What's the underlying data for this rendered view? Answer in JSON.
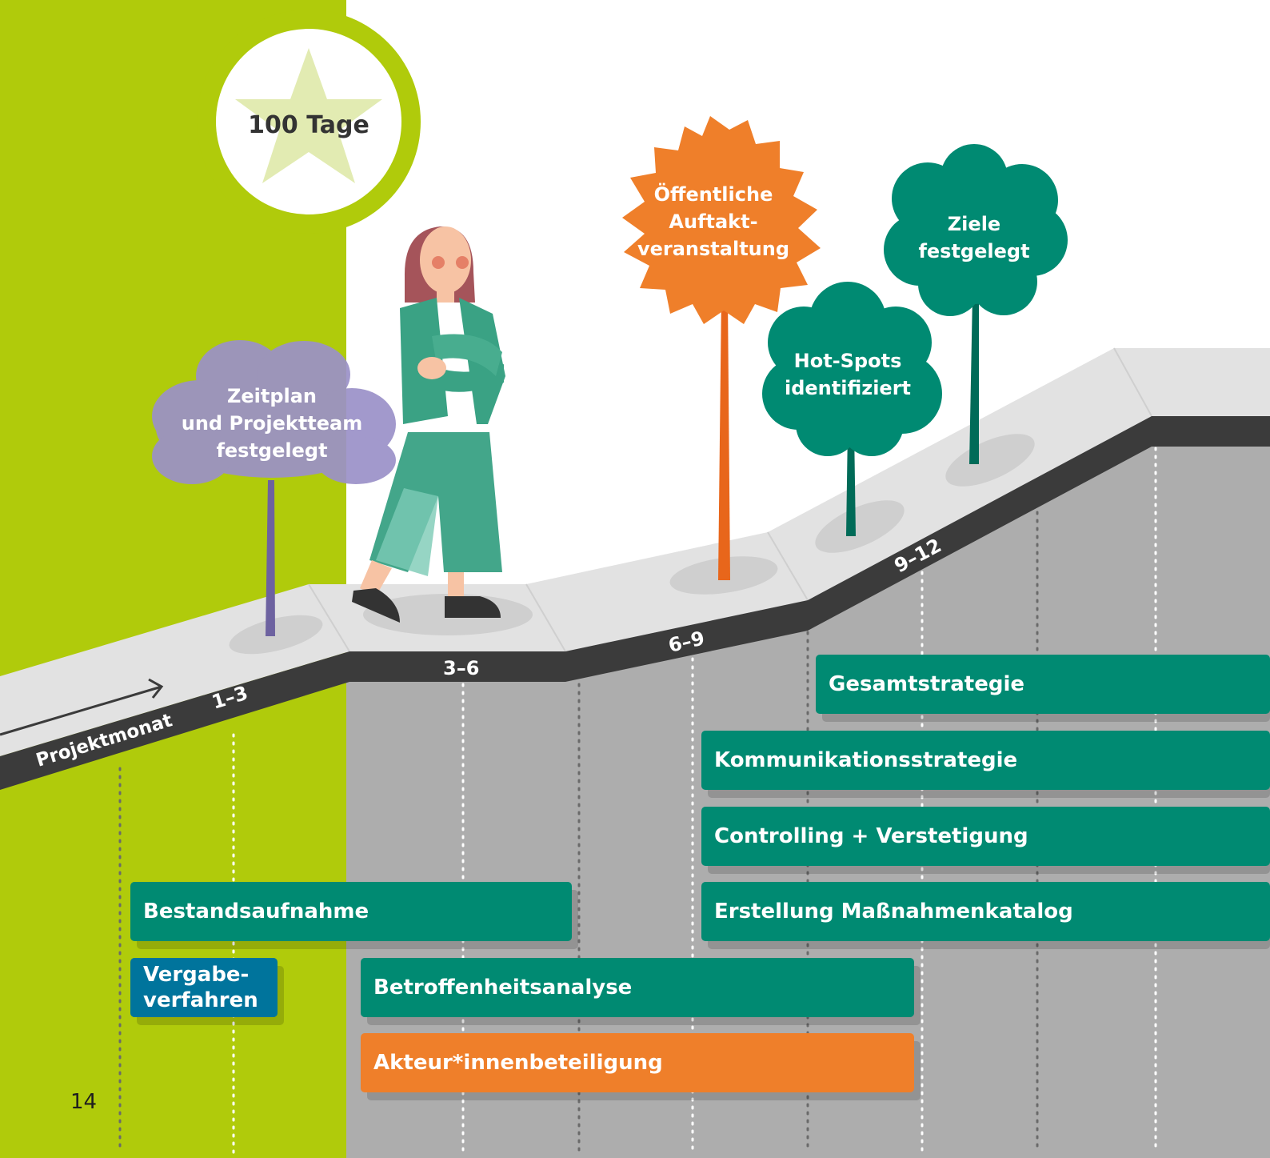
{
  "colors": {
    "lime": "#b0cb0b",
    "teal": "#008a72",
    "orange": "#ef7f2a",
    "blue": "#00749c",
    "purple": "#9b91c8",
    "grey_road": "#e2e2e2",
    "grey_fill": "#adadad",
    "dark_band": "#3b3b3b",
    "star": "#e2ebb2"
  },
  "badge": {
    "label": "100 Tage",
    "icon": "star-icon"
  },
  "timeline": {
    "axis_label": "Projektmonat",
    "periods": [
      "1–3",
      "3–6",
      "6–9",
      "9–12"
    ]
  },
  "milestones": {
    "zeitplan": [
      "Zeitplan",
      "und Projektteam",
      "festgelegt"
    ],
    "auftakt": [
      "Öffentliche",
      "Auftakt-",
      "veranstaltung"
    ],
    "hotspots": [
      "Hot-Spots",
      "identifiziert"
    ],
    "ziele": [
      "Ziele",
      "festgelegt"
    ]
  },
  "tasks": {
    "gesamtstrategie": "Gesamtstrategie",
    "kommunikation": "Kommunikationsstrategie",
    "controlling": "Controlling  + Verstetigung",
    "massnahmen": "Erstellung Maßnahmenkatalog",
    "bestandsaufnahme": "Bestandsaufnahme",
    "vergabe": [
      "Vergabe-",
      "verfahren"
    ],
    "betroffenheit": "Betroffenheitsanalyse",
    "akteure": "Akteur*innenbeteiligung"
  },
  "page_number": "14"
}
